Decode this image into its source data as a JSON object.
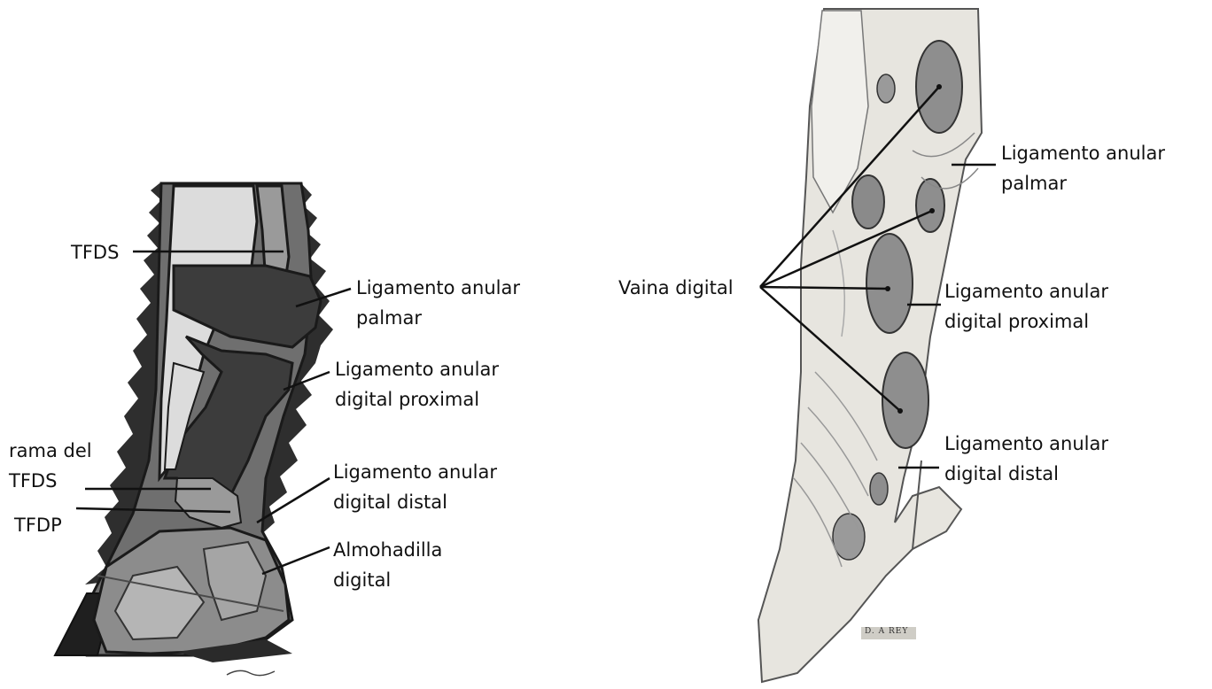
{
  "left_figure": {
    "labels": {
      "tfds": "TFDS",
      "lig_anular_palmar": [
        "Ligamento anular",
        "palmar"
      ],
      "lig_anular_digital_proximal": [
        "Ligamento anular",
        "digital proximal"
      ],
      "rama_del_tfds": [
        "rama del",
        "TFDS"
      ],
      "tfdp": "TFDP",
      "lig_anular_digital_distal": [
        "Ligamento anular",
        "digital distal"
      ],
      "almohadilla_digital": [
        "Almohadilla",
        "digital"
      ]
    }
  },
  "right_figure": {
    "labels": {
      "lig_anular_palmar": [
        "Ligamento anular",
        "palmar"
      ],
      "vaina_digital": "Vaina digital",
      "lig_anular_digital_proximal": [
        "Ligamento anular",
        "digital proximal"
      ],
      "lig_anular_digital_distal": [
        "Ligamento anular",
        "digital distal"
      ]
    },
    "signature": "D. A REY"
  },
  "colors": {
    "dark_tissue": "#3c3c3c",
    "mid_tissue": "#8a8a8a",
    "light_tissue": "#d6d6d6",
    "engraving_bg": "#e7e5df",
    "tendon_sheath": "#8e8e8e",
    "leader_line": "#111111"
  }
}
